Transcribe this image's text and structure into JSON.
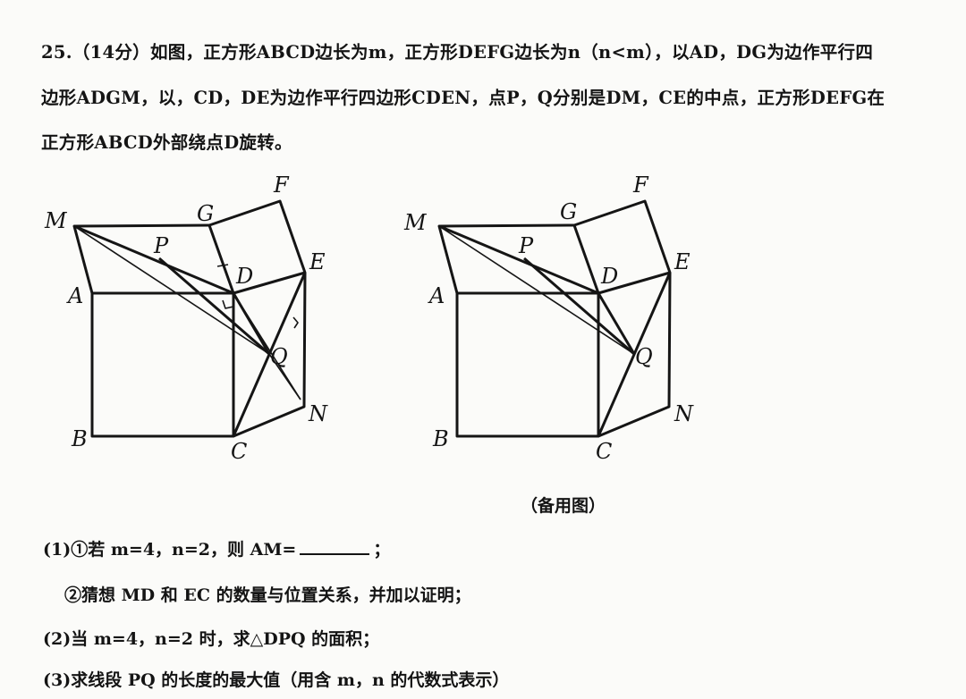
{
  "problem": {
    "line1": "25.（14分）如图，正方形ABCD边长为m，正方形DEFG边长为n（n<m），以AD，DG为边作平行四",
    "line2": "边形ADGM，以，CD，DE为边作平行四边形CDEN，点P，Q分别是DM，CE的中点，正方形DEFG在",
    "line3": "正方形ABCD外部绕点D旋转。"
  },
  "figures": {
    "labels": {
      "M": "M",
      "A": "A",
      "B": "B",
      "C": "C",
      "D": "D",
      "E": "E",
      "F": "F",
      "G": "G",
      "N": "N",
      "P": "P",
      "Q": "Q"
    },
    "caption": "（备用图）"
  },
  "questions": {
    "q1a_text": "(1)①若 m=4，n=2，则 AM=",
    "q1a_end": "；",
    "q1b": "②猜想 MD 和 EC 的数量与位置关系，并加以证明；",
    "q2": "(2)当 m=4，n=2 时，求△DPQ 的面积；",
    "q3": "(3)求线段 PQ 的长度的最大值（用含 m，n 的代数式表示）"
  }
}
